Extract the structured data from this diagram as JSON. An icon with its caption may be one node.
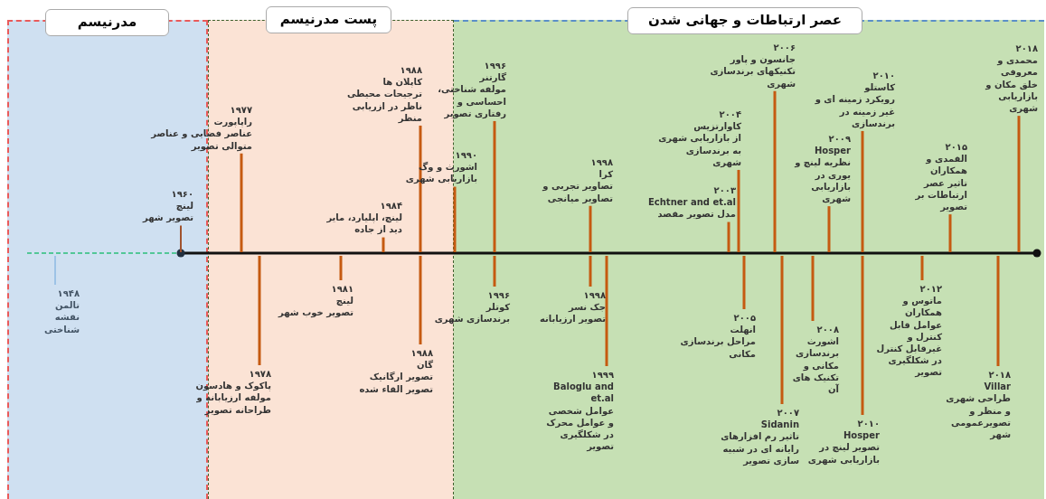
{
  "diagram": {
    "nodes": [
      {
        "text": [
          "مدرنیسم"
        ]
      },
      {
        "text": [
          "پست مدرنیسم"
        ]
      },
      {
        "text": [
          "عصر ارتباطات و جهانی شدن"
        ]
      },
      {
        "text": [
          "۱۹۴۸",
          "تالمن",
          "نقشه شناختی"
        ],
        "in": 0
      },
      {
        "text": [
          "۱۹۶۰",
          "لینچ",
          "تصویر شهر"
        ],
        "in": 0
      },
      {
        "text": [
          "۱۹۷۷",
          "راپاپورت",
          "عناصر فضایی و عناصر متوالی تصویر"
        ]
      },
      {
        "text": [
          "۱۹۷۸",
          "پاکوک و هادسون",
          "مولفه ارزیابانه و طراحانه تصویر"
        ]
      },
      {
        "text": [
          "۱۹۸۱",
          "لینچ",
          "تصویر خوب شهر"
        ],
        "in": 1
      },
      {
        "text": [
          "۱۹۸۴",
          "لینچ، اپلیارد، مایر",
          "دید از جاده"
        ],
        "in": 1
      },
      {
        "text": [
          "۱۹۸۸",
          "کاپلان ها",
          "ترجیحات محیطی ناظر در ازریابی منظر"
        ],
        "in": 1
      },
      {
        "text": [
          "۱۹۸۸",
          "گان",
          "تصویر ارگانیک تصویر القاء شده"
        ],
        "in": 1
      },
      {
        "text": [
          "۱۹۹۰",
          "اشورث و وگ",
          "بازاریابی شهری"
        ]
      },
      {
        "text": [
          "۱۹۹۶",
          "گارتنر",
          "مولفه شناختی، احساسی و رفتاری تصویر"
        ]
      },
      {
        "text": [
          "۱۹۹۶",
          "کوتلر",
          "برندسازی شهری"
        ]
      },
      {
        "text": [
          "۱۹۹۸",
          "کرا",
          "تصاویر تجربی و تصاویر میانجی"
        ],
        "in": 2
      },
      {
        "text": [
          "۱۹۹۸",
          "جک نسر",
          "تصویر ارزیابانه"
        ],
        "in": 2
      },
      {
        "text": [
          "۱۹۹۹",
          "Baloglu and et.al",
          "عوامل شخصی و عوامل محرک در شکلگیری تصویر"
        ],
        "in": 2
      },
      {
        "text": [
          "۲۰۰۳",
          "Echtner and et.al",
          "مدل تصویر مقصد"
        ],
        "in": 2
      },
      {
        "text": [
          "۲۰۰۴",
          "کاوارتزیس",
          "از بازاریابی شهری به برندسازی شهری"
        ],
        "in": 2
      },
      {
        "text": [
          "۲۰۰۵",
          "انهلت",
          "مراحل برندسازی مکانی"
        ],
        "in": 2
      },
      {
        "text": [
          "۲۰۰۶",
          "جانسون و پاور",
          "تکنیکهای برندسازی شهری"
        ],
        "in": 2
      },
      {
        "text": [
          "۲۰۰۷",
          "Sidanin",
          "تاثیر رم افزارهای رایانه ای در شبیه سازی تصویر"
        ],
        "in": 2
      },
      {
        "text": [
          "۲۰۰۸",
          "اشورث",
          "برندسازی مکانی و تکنیک های آن"
        ],
        "in": 2
      },
      {
        "text": [
          "۲۰۰۹",
          "Hosper",
          "نظریه لینچ و یوری در بازاریابی شهری"
        ],
        "in": 2
      },
      {
        "text": [
          "۲۰۱۰",
          "کاستلو",
          "رویکرد زمینه ای و غیر زمینه در برندسازی"
        ],
        "in": 2
      },
      {
        "text": [
          "۲۰۱۰",
          "Hosper",
          "تصویر لینچ در بازاریابی شهری"
        ],
        "in": 2
      },
      {
        "text": [
          "۲۰۱۲",
          "ماتوس و همکاران",
          "عوامل قابل کنترل و غیرقابل کنترل در شکلگیری تصویر"
        ],
        "in": 2
      },
      {
        "text": [
          "۲۰۱۵",
          "القمدی و همکاران",
          "تاثیر عصر ارتباطات بر تصویر"
        ],
        "in": 2
      },
      {
        "text": [
          "۲۰۱۸",
          "محمدی و معروفی",
          "خلق مکان و بازاریابی شهری"
        ],
        "in": 2
      },
      {
        "text": [
          "۲۰۱۸",
          "Villar",
          "طراحی شهری و منظر و تصویرعمومی شهر"
        ],
        "in": 2
      },
      {
        "text": [],
        "shape": "bar"
      }
    ],
    "edges": [
      {
        "from": 3,
        "to": 30,
        "arrow": "none",
        "color": "#9dc3e6"
      },
      {
        "from": 4,
        "to": 30,
        "arrow": "none",
        "color": "#a0522d"
      },
      {
        "from": 5,
        "to": 30,
        "arrow": "none"
      },
      {
        "from": 6,
        "to": 30,
        "arrow": "none"
      },
      {
        "from": 7,
        "to": 30,
        "arrow": "none"
      },
      {
        "from": 8,
        "to": 30,
        "arrow": "none"
      },
      {
        "from": 9,
        "to": 30,
        "arrow": "none"
      },
      {
        "from": 10,
        "to": 30,
        "arrow": "none"
      },
      {
        "from": 11,
        "to": 30,
        "arrow": "none"
      },
      {
        "from": 12,
        "to": 30,
        "arrow": "none"
      },
      {
        "from": 13,
        "to": 30,
        "arrow": "none"
      },
      {
        "from": 14,
        "to": 30,
        "arrow": "none"
      },
      {
        "from": 15,
        "to": 30,
        "arrow": "none"
      },
      {
        "from": 16,
        "to": 30,
        "arrow": "none"
      },
      {
        "from": 17,
        "to": 30,
        "arrow": "none"
      },
      {
        "from": 18,
        "to": 30,
        "arrow": "none"
      },
      {
        "from": 19,
        "to": 30,
        "arrow": "none"
      },
      {
        "from": 20,
        "to": 30,
        "arrow": "none"
      },
      {
        "from": 21,
        "to": 30,
        "arrow": "none"
      },
      {
        "from": 22,
        "to": 30,
        "arrow": "none"
      },
      {
        "from": 23,
        "to": 30,
        "arrow": "none"
      },
      {
        "from": 24,
        "to": 30,
        "arrow": "none"
      },
      {
        "from": 25,
        "to": 30,
        "arrow": "none"
      },
      {
        "from": 26,
        "to": 30,
        "arrow": "none"
      },
      {
        "from": 27,
        "to": 30,
        "arrow": "none"
      },
      {
        "from": 28,
        "to": 30,
        "arrow": "none"
      },
      {
        "from": 29,
        "to": 30,
        "arrow": "none"
      }
    ]
  }
}
